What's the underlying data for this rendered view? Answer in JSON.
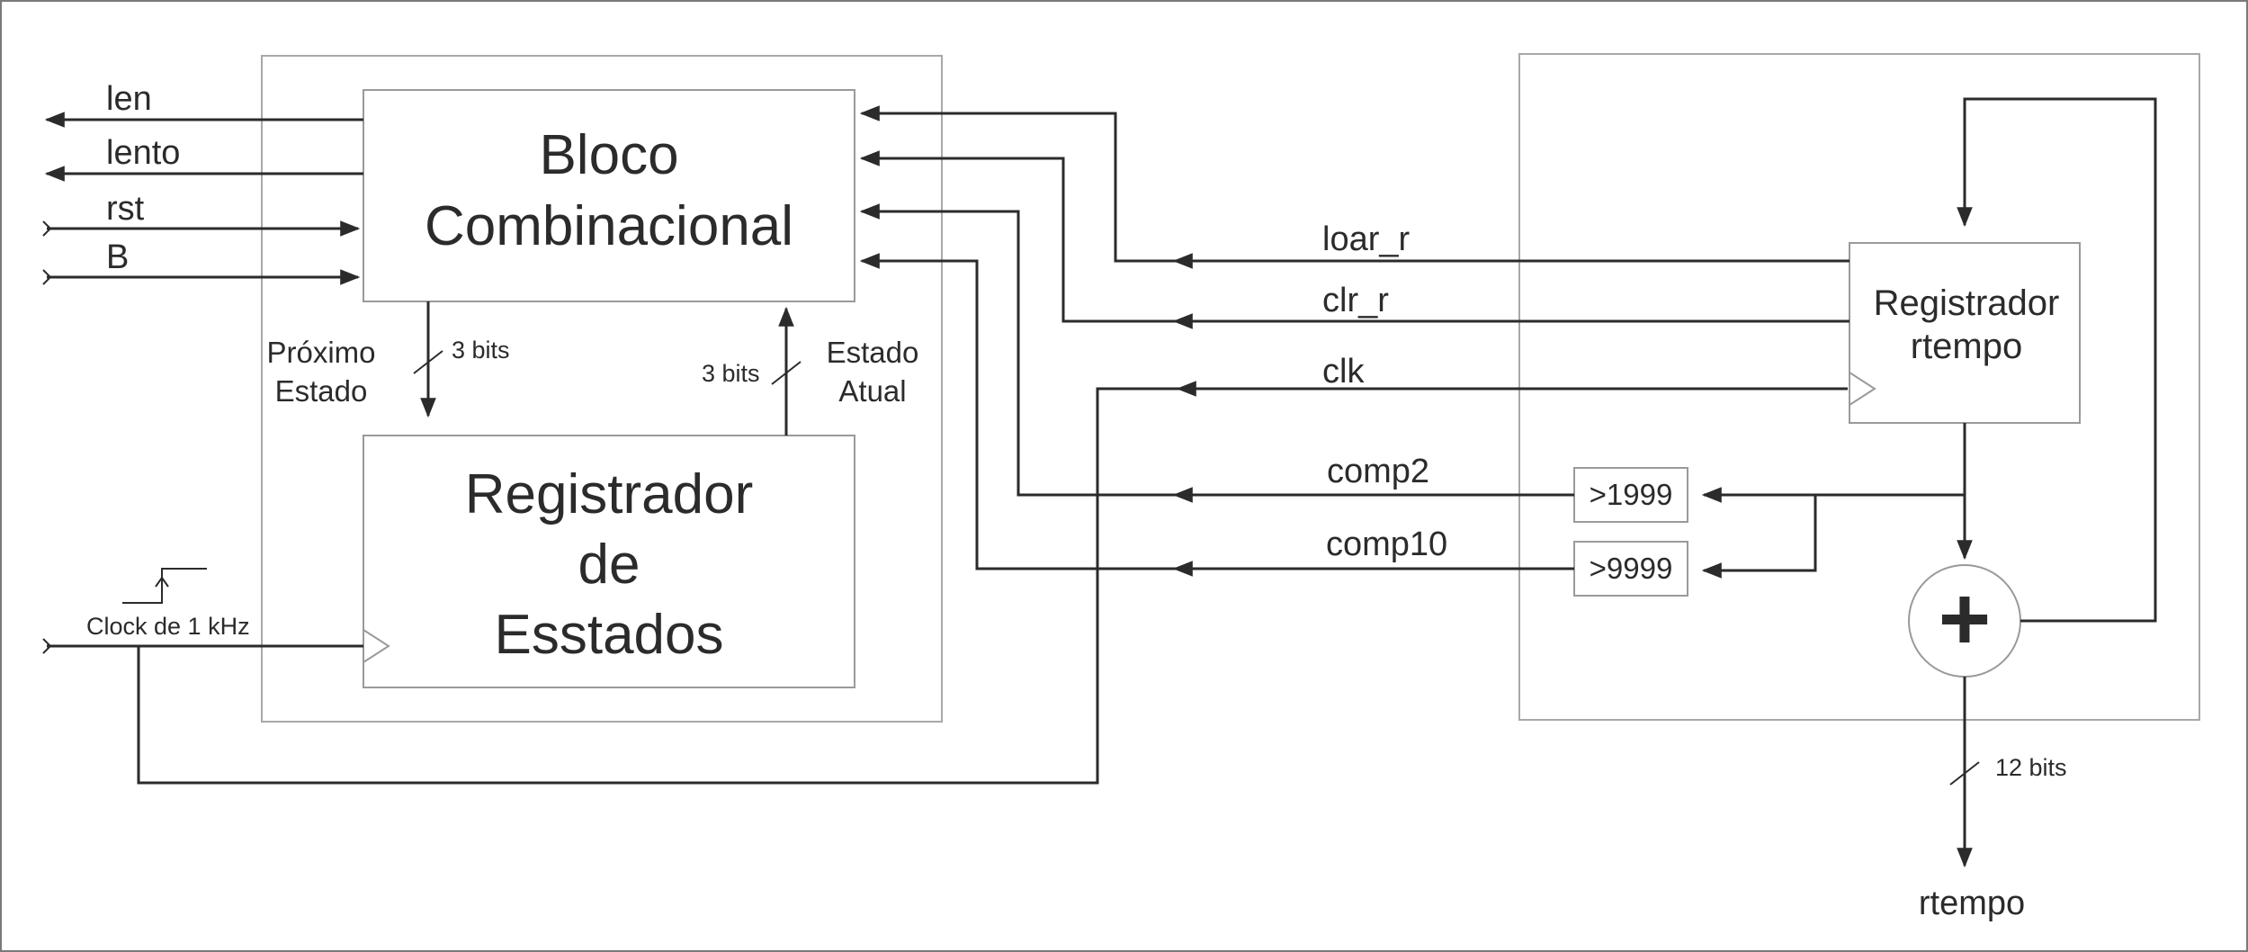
{
  "blocks": {
    "combinational": [
      "Bloco",
      "Combinacional"
    ],
    "state_register": [
      "Registrador",
      "de",
      "Esstados"
    ],
    "time_register": [
      "Registrador",
      "rtempo"
    ]
  },
  "fsm_io": {
    "outputs": [
      "len",
      "lento"
    ],
    "inputs": [
      "rst",
      "B"
    ],
    "clock_label": "Clock de 1 kHz"
  },
  "state_bus": {
    "next_state": [
      "Próximo",
      "Estado"
    ],
    "current_state": [
      "Estado",
      "Atual"
    ],
    "width": "3 bits"
  },
  "signals": {
    "load": "loar_r",
    "clear": "clr_r",
    "clock": "clk",
    "comp2": "comp2",
    "comp10": "comp10"
  },
  "comparators": [
    ">1999",
    ">9999"
  ],
  "adder_symbol": "+",
  "output": {
    "name": "rtempo",
    "width": "12 bits"
  }
}
